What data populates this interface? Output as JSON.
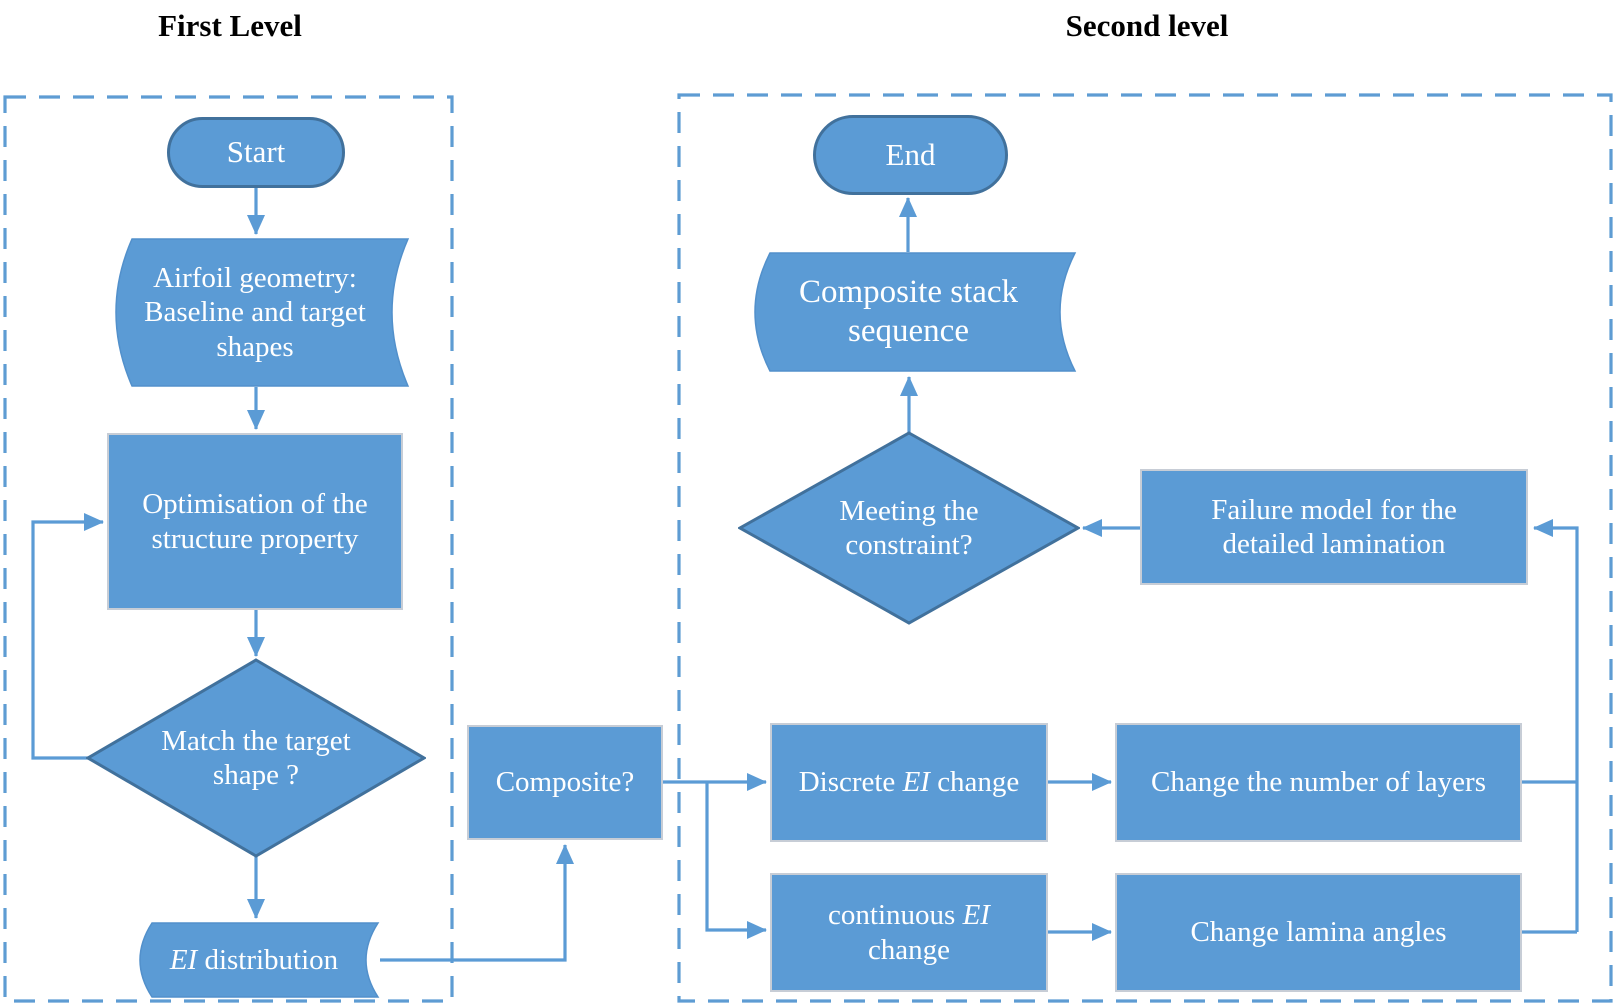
{
  "titles": {
    "first_level": "First Level",
    "second_level": "Second level"
  },
  "first_level": {
    "start_label": "Start",
    "airfoil_geometry": {
      "line1": "Airfoil geometry:",
      "line2": "Baseline and target",
      "line3": "shapes"
    },
    "optimisation": {
      "line1": "Optimisation of the",
      "line2": "structure property"
    },
    "match_target": {
      "line1": "Match the target",
      "line2": "shape ?"
    },
    "ei_distribution": {
      "italic": "EI",
      "rest": " distribution"
    }
  },
  "bridge": {
    "composite_label": "Composite?"
  },
  "second_level": {
    "end_label": "End",
    "stack_sequence": {
      "line1": "Composite stack",
      "line2": "sequence"
    },
    "meeting_constraint": {
      "line1": "Meeting the",
      "line2": "constraint?"
    },
    "failure_model": {
      "line1": "Failure model for the",
      "line2": "detailed lamination"
    },
    "discrete_change": {
      "pre": "Discrete ",
      "italic": "EI",
      "post": " change"
    },
    "continuous_change": {
      "pre": "continuous ",
      "italic": "EI",
      "line2": "change"
    },
    "change_layers_label": "Change the number of layers",
    "change_angles_label": "Change lamina angles"
  },
  "colors": {
    "shape_fill": "#5B9BD5",
    "shape_stroke": "#41719C",
    "rect_border": "#C7CDD6",
    "wave_stroke": "#5290CB",
    "line_color": "#5B9BD5",
    "dash_color": "#5E9CD3",
    "text_color": "#FFFFFF",
    "title": "#000000"
  }
}
